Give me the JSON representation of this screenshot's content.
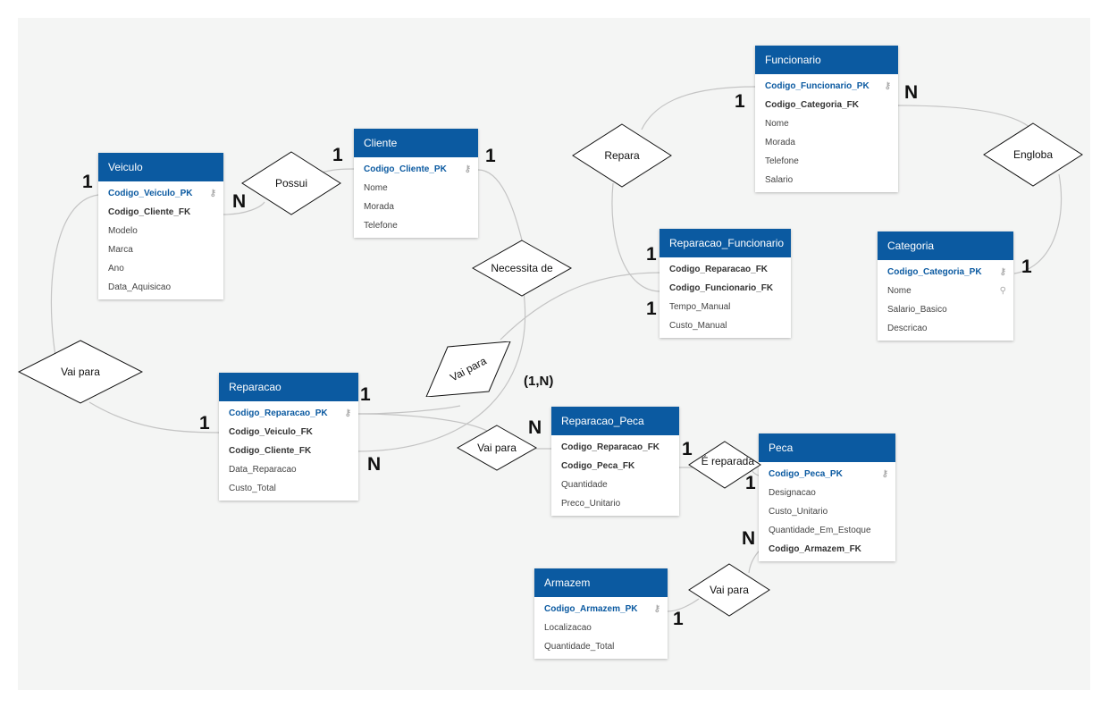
{
  "entities": {
    "veiculo": {
      "title": "Veiculo",
      "attrs": [
        "Codigo_Veiculo_PK",
        "Codigo_Cliente_FK",
        "Modelo",
        "Marca",
        "Ano",
        "Data_Aquisicao"
      ]
    },
    "cliente": {
      "title": "Cliente",
      "attrs": [
        "Codigo_Cliente_PK",
        "Nome",
        "Morada",
        "Telefone"
      ]
    },
    "funcionario": {
      "title": "Funcionario",
      "attrs": [
        "Codigo_Funcionario_PK",
        "Codigo_Categoria_FK",
        "Nome",
        "Morada",
        "Telefone",
        "Salario"
      ]
    },
    "reparacao_funcionario": {
      "title": "Reparacao_Funcionario",
      "attrs": [
        "Codigo_Reparacao_FK",
        "Codigo_Funcionario_FK",
        "Tempo_Manual",
        "Custo_Manual"
      ]
    },
    "categoria": {
      "title": "Categoria",
      "attrs": [
        "Codigo_Categoria_PK",
        "Nome",
        "Salario_Basico",
        "Descricao"
      ]
    },
    "reparacao": {
      "title": "Reparacao",
      "attrs": [
        "Codigo_Reparacao_PK",
        "Codigo_Veiculo_FK",
        "Codigo_Cliente_FK",
        "Data_Reparacao",
        "Custo_Total"
      ]
    },
    "reparacao_peca": {
      "title": "Reparacao_Peca",
      "attrs": [
        "Codigo_Reparacao_FK",
        "Codigo_Peca_FK",
        "Quantidade",
        "Preco_Unitario"
      ]
    },
    "peca": {
      "title": "Peca",
      "attrs": [
        "Codigo_Peca_PK",
        "Designacao",
        "Custo_Unitario",
        "Quantidade_Em_Estoque",
        "Codigo_Armazem_FK"
      ]
    },
    "armazem": {
      "title": "Armazem",
      "attrs": [
        "Codigo_Armazem_PK",
        "Localizacao",
        "Quantidade_Total"
      ]
    }
  },
  "relationships": {
    "possui": "Possui",
    "repara": "Repara",
    "engloba": "Engloba",
    "necessita_de": "Necessita de",
    "vai_para_veiculo": "Vai para",
    "vai_para_funcionario": "Vai para",
    "vai_para_peca": "Vai para",
    "e_reparada": "É reparada",
    "vai_para_armazem": "Vai para"
  },
  "cardinalities": {
    "veiculo_one": "1",
    "veiculo_many": "N",
    "cliente_left": "1",
    "cliente_right": "1",
    "funcionario_one": "1",
    "funcionario_many": "N",
    "categoria_one": "1",
    "repfunc_top": "1",
    "repfunc_bottom": "1",
    "reparacao_left": "1",
    "reparacao_top": "1",
    "reparacao_bottom": "N",
    "one_to_n": "(1,N)",
    "reppeca_n": "N",
    "reppeca_1": "1",
    "peca_1": "1",
    "peca_n": "N",
    "armazem_1": "1"
  },
  "colors": {
    "header": "#0b5aa1",
    "canvas": "#f4f5f4",
    "connector": "#c4c4c4"
  }
}
